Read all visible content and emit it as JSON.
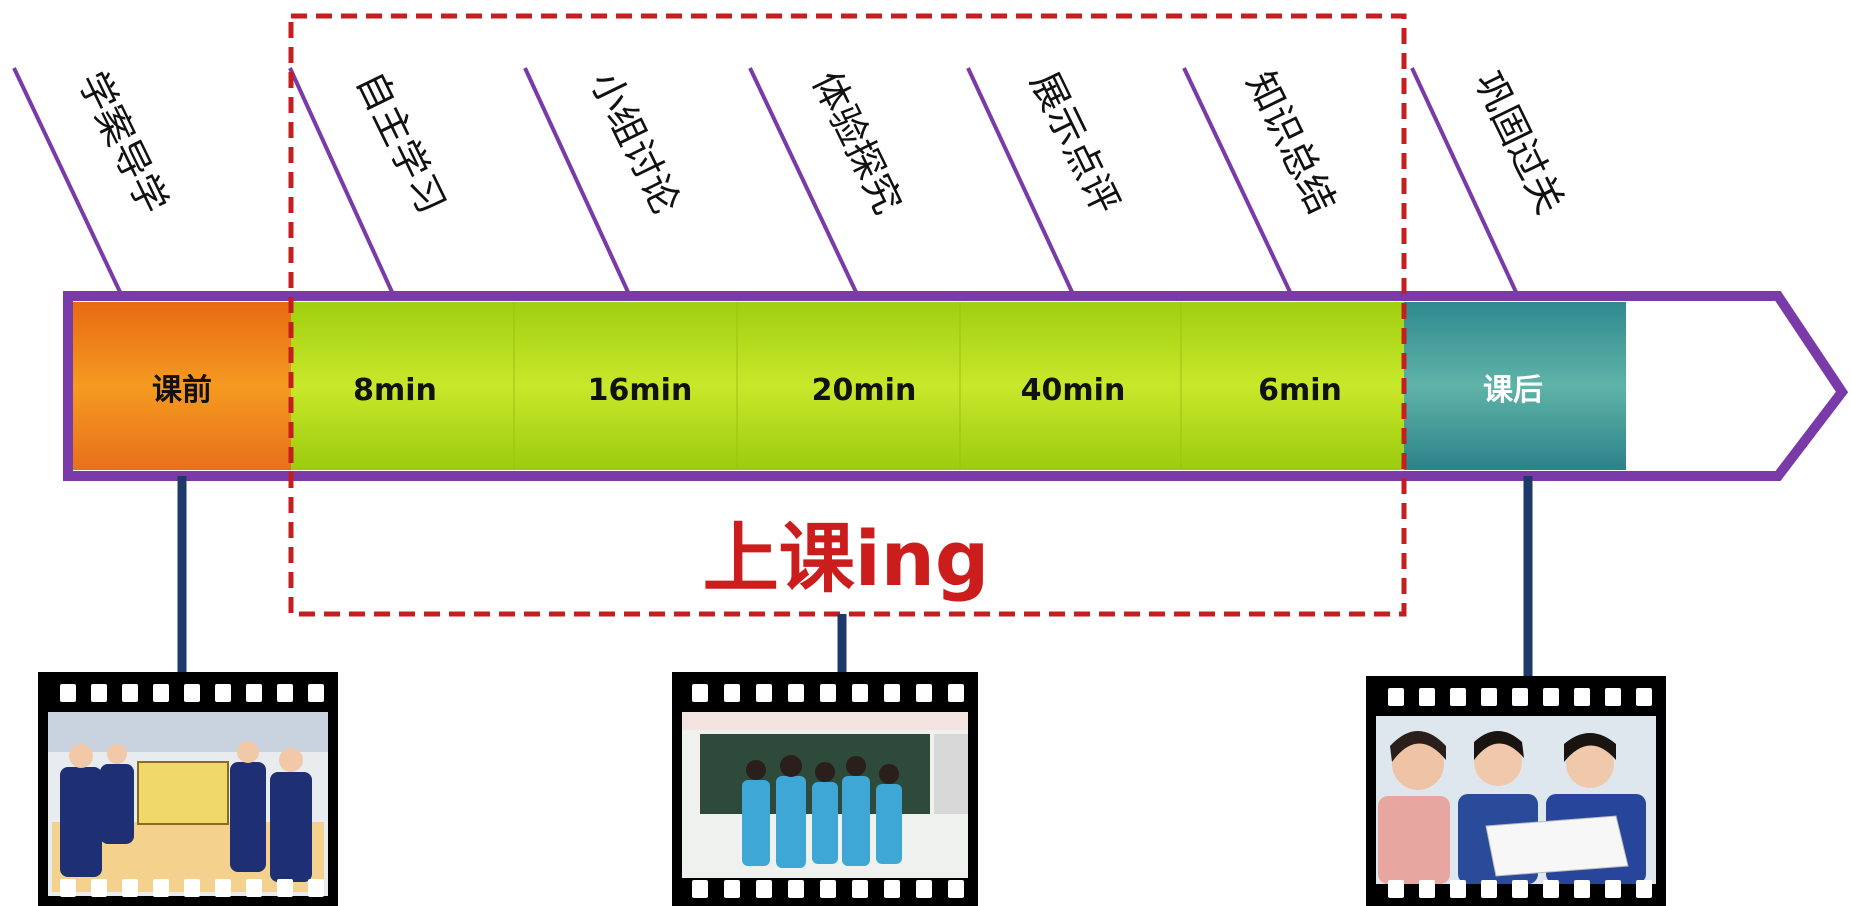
{
  "timeline": {
    "before_class": "课前",
    "after_class": "课后",
    "segments": [
      {
        "duration": "8min"
      },
      {
        "duration": "16min"
      },
      {
        "duration": "20min"
      },
      {
        "duration": "40min"
      },
      {
        "duration": "6min"
      }
    ]
  },
  "stages": [
    "学案导学",
    "自主学习",
    "小组讨论",
    "体验探究",
    "展示点评",
    "知识总结",
    "巩固过关"
  ],
  "in_class_label": "上课ing",
  "photos": [
    {
      "icon": "film-frame-students-presenting"
    },
    {
      "icon": "film-frame-classroom-blackboard"
    },
    {
      "icon": "film-frame-teacher-students-reading"
    }
  ],
  "colors": {
    "arrow_outline": "#7a3aa8",
    "before_fill": "#f28a1c",
    "in_class_fill": "#b5dd12",
    "after_fill": "#3a9b9c",
    "dash_box": "#c41e1e",
    "connector": "#1d3a6b",
    "in_class_text": "#cc1d1d"
  }
}
